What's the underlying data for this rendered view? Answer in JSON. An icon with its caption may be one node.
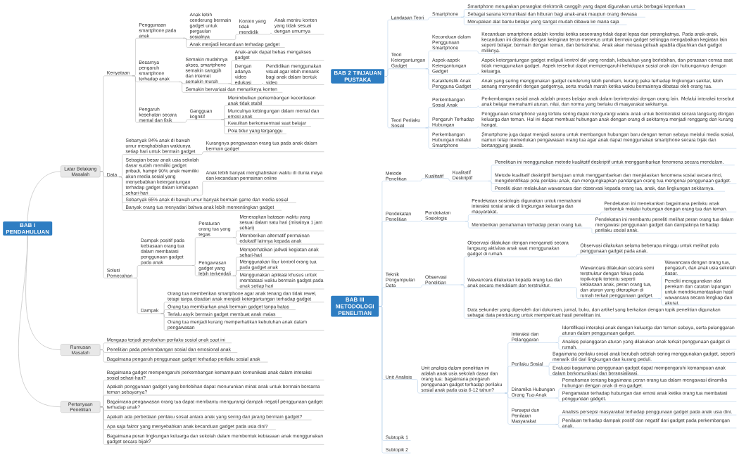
{
  "diagram": {
    "nodes": [
      {
        "text": [
          "BAB I PENDAHULUAN"
        ]
      },
      {
        "text": [
          "Latar Belakang Masalah"
        ]
      },
      {
        "text": [
          "Kenyataan"
        ]
      },
      {
        "text": [
          "Penggunaan smartphone pada anak"
        ]
      },
      {
        "text": [
          "Anak lebih cenderung bermain gadget untuk pergaulan sosialnya"
        ]
      },
      {
        "text": [
          "Konten yang tidak mendidik"
        ]
      },
      {
        "text": [
          "Anak meniru konten yang tidak sesuai dengan umurnya"
        ]
      },
      {
        "text": [
          "Anak menjadi kecanduan terhadap gadget"
        ]
      },
      {
        "text": [
          "Besarnya pengaruh smartphone terhadap anak"
        ]
      },
      {
        "text": [
          "Semakin mudahnya akses, smartphone semakin canggih dan internet semakin murah"
        ]
      },
      {
        "text": [
          "Anak-anak dapat bebas mengakses gadget"
        ]
      },
      {
        "text": [
          "Dengan adanya video edukasi"
        ]
      },
      {
        "text": [
          "Pendidikan menggunakan visual agar lebih menarik bagi anak dalam bentuk video"
        ]
      },
      {
        "text": [
          "Semakin bervariasi dan menariknya konten"
        ]
      },
      {
        "text": [
          "Pengaruh kesehatan secara mental dan fisik"
        ]
      },
      {
        "text": [
          "Gangguan kognitif"
        ]
      },
      {
        "text": [
          "Menimbulkan perkembangan kecerdasan anak tidak stabil"
        ]
      },
      {
        "text": [
          "Munculnya kebingungan dalam mental dan emosi anak"
        ]
      },
      {
        "text": [
          "Kesulitan berkonsentrasi saat belajar"
        ]
      },
      {
        "text": [
          "Pola tidur yang terganggu"
        ]
      },
      {
        "text": [
          "Data"
        ]
      },
      {
        "text": [
          "Sebanyak 84% anak di bawah umur menghabiskan waktunya setiap hari untuk bermain gadget"
        ]
      },
      {
        "text": [
          "Kurangnya pengawasan orang tua pada anak dalam bermain gadget"
        ]
      },
      {
        "text": [
          "Sebagian besar anak usia sekolah dasar sudah memiliki gadget pribadi, hampir 90% anak memiliki akun media sosial yang menyebabkan ketergantungan terhadap gadget dalam kehidupan sehari-hari"
        ]
      },
      {
        "text": [
          "Anak lebih banyak menghabiskan waktu di dunia maya dan kecanduan permainan online"
        ]
      },
      {
        "text": [
          "Sebanyak 65% anak di bawah umur banyak bermain game dan media sosial"
        ]
      },
      {
        "text": [
          "Banyak orang tua menyadari bahwa anak lebih mementingkan gadget"
        ]
      },
      {
        "text": [
          "Solusi Pemecahan"
        ]
      },
      {
        "text": [
          "Dampak positif pada kebiasaan orang tua dalam membatasi penggunaan gadget pada anak"
        ]
      },
      {
        "text": [
          "Peraturan orang tua yang tegas"
        ]
      },
      {
        "text": [
          "Menerapkan batasan waktu yang sesuai dalam satu hari (misalnya 1 jam sehari)"
        ]
      },
      {
        "text": [
          "Memberikan alternatif permainan edukatif lainnya kepada anak"
        ]
      },
      {
        "text": [
          "Pengawasan gadget yang lebih terkendali"
        ]
      },
      {
        "text": [
          "Memperhatikan jadwal kegiatan anak sehari-hari"
        ]
      },
      {
        "text": [
          "Menggunakan fitur kontrol orang tua pada gadget anak"
        ]
      },
      {
        "text": [
          "Menggunakan aplikasi khusus untuk membatasi waktu bermain gadget pada anak setiap hari"
        ]
      },
      {
        "text": [
          "Dampak"
        ]
      },
      {
        "text": [
          "Orang tua memberikan smartphone agar anak tenang dan tidak rewel, tetapi tanpa disadari anak menjadi ketergantungan terhadap gadget"
        ]
      },
      {
        "text": [
          "Orang tua membiarkan anak bermain gadget tanpa batas"
        ]
      },
      {
        "text": [
          "Terlalu asyik bermain gadget membuat anak malas"
        ]
      },
      {
        "text": [
          "Orang tua menjadi kurang memperhatikan kebutuhan anak dalam pengawasan"
        ]
      },
      {
        "text": [
          "Rumusan Masalah"
        ]
      },
      {
        "text": [
          "Mengapa terjadi perubahan perilaku sosial anak saat ini"
        ]
      },
      {
        "text": [
          "Penelitian pada perkembangan sosial dan emosional anak"
        ]
      },
      {
        "text": [
          "Bagaimana pengaruh penggunaan gadget terhadap perilaku sosial anak"
        ]
      },
      {
        "text": [
          "Pertanyaan Penelitian"
        ]
      },
      {
        "text": [
          "Bagaimana gadget mempengaruhi perkembangan kemampuan komunikasi anak dalam interaksi sosial sehari-hari?"
        ]
      },
      {
        "text": [
          "Apakah penggunaan gadget yang berlebihan dapat menurunkan minat anak untuk bermain bersama teman sebayanya?"
        ]
      },
      {
        "text": [
          "Bagaimana pengawasan orang tua dapat membantu mengurangi dampak negatif penggunaan gadget terhadap anak?"
        ]
      },
      {
        "text": [
          "Apakah ada perbedaan perilaku sosial antara anak yang sering dan jarang bermain gadget?"
        ]
      },
      {
        "text": [
          "Apa saja faktor yang menyebabkan anak kecanduan gadget pada usia dini?"
        ]
      },
      {
        "text": [
          "Bagaimana peran lingkungan keluarga dan sekolah dalam membentuk kebiasaan anak menggunakan gadget secara bijak?"
        ]
      },
      {
        "text": [
          "BAB 2 TINJAUAN PUSTAKA"
        ]
      },
      {
        "text": [
          "Landasan Teori"
        ]
      },
      {
        "text": [
          "Smartphone"
        ]
      },
      {
        "text": [
          "Smartphone merupakan perangkat elektronik canggih yang dapat digunakan untuk berbagai keperluan"
        ]
      },
      {
        "text": [
          "Sebagai sarana komunikasi dan hiburan bagi anak-anak maupun orang dewasa"
        ]
      },
      {
        "text": [
          "Merupakan alat bantu belajar yang sangat mudah dibawa ke mana saja"
        ]
      },
      {
        "text": [
          "Teori Ketergantungan Gadget"
        ]
      },
      {
        "text": [
          "Kecanduan dalam Penggunaan Smartphone"
        ]
      },
      {
        "text": [
          "Kecanduan smartphone adalah kondisi ketika seseorang tidak dapat lepas dari perangkatnya. Pada anak-anak, kecanduan ini ditandai dengan keinginan terus-menerus untuk bermain gadget sehingga mengabaikan kegiatan lain seperti belajar, bermain dengan teman, dan beristirahat. Anak akan merasa gelisah apabila dijauhkan dari gadget miliknya."
        ]
      },
      {
        "text": [
          "Aspek-aspek Ketergantungan Gadget"
        ]
      },
      {
        "text": [
          "Aspek ketergantungan gadget meliputi kontrol diri yang rendah, kebutuhan yang berlebihan, dan perasaan cemas saat tidak menggunakan gadget. Aspek tersebut dapat mempengaruhi kehidupan sosial anak dan hubungannya dengan keluarga."
        ]
      },
      {
        "text": [
          "Karakteristik Anak Pengguna Gadget"
        ]
      },
      {
        "text": [
          "Anak yang sering menggunakan gadget cenderung lebih pendiam, kurang peka terhadap lingkungan sekitar, lebih senang menyendiri dengan gadgetnya, serta mudah marah ketika waktu bermainnya dibatasi oleh orang tua."
        ]
      },
      {
        "text": [
          "Teori Perilaku Sosial"
        ]
      },
      {
        "text": [
          "Perkembangan Sosial Anak"
        ]
      },
      {
        "text": [
          "Perkembangan sosial anak adalah proses belajar anak dalam berinteraksi dengan orang lain. Melalui interaksi tersebut anak belajar memahami aturan, nilai, dan norma yang berlaku di masyarakat sekitarnya."
        ]
      },
      {
        "text": [
          "Pengaruh Terhadap Hubungan"
        ]
      },
      {
        "text": [
          "Penggunaan smartphone yang terlalu sering dapat mengurangi waktu anak untuk berinteraksi secara langsung dengan keluarga dan teman. Hal ini dapat membuat hubungan anak dengan orang di sekitarnya menjadi renggang dan kurang hangat."
        ]
      },
      {
        "text": [
          "Perkembangan Hubungan melalui Smartphone"
        ]
      },
      {
        "text": [
          "Smartphone juga dapat menjadi sarana untuk membangun hubungan baru dengan teman sebaya melalui media sosial, namun tetap memerlukan pengawasan orang tua agar anak dapat menggunakan smartphone secara bijak dan bertanggung jawab."
        ]
      },
      {
        "text": [
          "BAB III METODOLOGI PENELITIAN"
        ]
      },
      {
        "text": [
          "Metode Penelitian"
        ]
      },
      {
        "text": [
          "Kualitatif"
        ]
      },
      {
        "text": [
          "Kualitatif Deskriptif"
        ]
      },
      {
        "text": [
          "Penelitian ini menggunakan metode kualitatif deskriptif untuk menggambarkan fenomena secara mendalam."
        ]
      },
      {
        "text": [
          "Metode kualitatif deskriptif bertujuan untuk menggambarkan dan menjelaskan fenomena sosial secara rinci, mengidentifikasi pola perilaku anak, dan mengungkapkan pandangan orang tua mengenai penggunaan gadget."
        ]
      },
      {
        "text": [
          "Peneliti akan melakukan wawancara dan observasi kepada orang tua, anak, dan lingkungan sekitarnya."
        ]
      },
      {
        "text": [
          "Pendekatan Penelitian"
        ]
      },
      {
        "text": [
          "Pendekatan Sosiologis"
        ]
      },
      {
        "text": [
          "Pendekatan sosiologis digunakan untuk memahami interaksi sosial anak di lingkungan keluarga dan masyarakat."
        ]
      },
      {
        "text": [
          "Pendekatan ini menekankan bagaimana perilaku anak terbentuk melalui hubungan dengan orang tua dan teman."
        ]
      },
      {
        "text": [
          "Memberikan pemahaman terhadap peran orang tua."
        ]
      },
      {
        "text": [
          "Pendekatan ini membantu peneliti melihat peran orang tua dalam mengawasi penggunaan gadget dan dampaknya terhadap perilaku sosial anak."
        ]
      },
      {
        "text": [
          "Teknik Pengumpulan Data"
        ]
      },
      {
        "text": [
          "Observasi Penelitian"
        ]
      },
      {
        "text": [
          "Observasi dilakukan dengan mengamati secara langsung aktivitas anak saat menggunakan gadget di rumah."
        ]
      },
      {
        "text": [
          "Observasi dilakukan selama beberapa minggu untuk melihat pola penggunaan gadget pada anak."
        ]
      },
      {
        "text": [
          "Wawancara dilakukan kepada orang tua dan anak secara mendalam dan terstruktur."
        ]
      },
      {
        "text": [
          "Wawancara dilakukan secara semi terstruktur dengan fokus pada topik-topik tertentu seperti kebiasaan anak, peran orang tua, dan aturan yang diterapkan di rumah terkait penggunaan gadget."
        ]
      },
      {
        "text": [
          "Wawancara dengan orang tua, pengasuh, dan anak usia sekolah dasar."
        ]
      },
      {
        "text": [
          "Peneliti menggunakan alat perekam dan catatan lapangan untuk mendokumentasikan hasil wawancara secara lengkap dan akurat."
        ]
      },
      {
        "text": [
          "Data sekunder yang diperoleh dari dokumen, jurnal, buku, dan artikel yang berkaitan dengan topik penelitian digunakan sebagai data pendukung untuk memperkuat hasil penelitian ini."
        ]
      },
      {
        "text": [
          "Unit Analisis"
        ]
      },
      {
        "text": [
          "Unit analisis dalam penelitian ini adalah anak usia sekolah dasar dan orang tua: bagaimana pengaruh penggunaan gadget terhadap perilaku sosial anak pada usia 6-12 tahun?"
        ]
      },
      {
        "text": [
          "Interaksi dan Pelanggaran"
        ]
      },
      {
        "text": [
          "Identifikasi interaksi anak dengan keluarga dan teman sebaya, serta pelanggaran aturan dalam penggunaan gadget."
        ]
      },
      {
        "text": [
          "Analisis pelanggaran aturan yang dilakukan anak terkait penggunaan gadget di rumah."
        ]
      },
      {
        "text": [
          "Perilaku Sosial"
        ]
      },
      {
        "text": [
          "Bagaimana perilaku sosial anak berubah setelah sering menggunakan gadget, seperti menarik diri dari lingkungan dan kurang peduli."
        ]
      },
      {
        "text": [
          "Evaluasi bagaimana penggunaan gadget dapat mempengaruhi kemampuan anak dalam berkomunikasi dan bersosialisasi."
        ]
      },
      {
        "text": [
          "Dinamika Hubungan Orang Tua-Anak"
        ]
      },
      {
        "text": [
          "Pemahaman tentang bagaimana peran orang tua dalam mengawasi dinamika hubungan dengan anak di era gadget."
        ]
      },
      {
        "text": [
          "Pengamatan terhadap hubungan dan emosi anak ketika orang tua membatasi penggunaan gadget."
        ]
      },
      {
        "text": [
          "Persepsi dan Penilaian Masyarakat"
        ]
      },
      {
        "text": [
          "Analisis persepsi masyarakat terhadap penggunaan gadget pada anak usia dini."
        ]
      },
      {
        "text": [
          "Penilaian terhadap dampak positif dan negatif dari gadget pada perkembangan anak."
        ]
      },
      {
        "text": [
          "Subtopik 1"
        ]
      },
      {
        "text": [
          "Subtopik 2"
        ]
      }
    ],
    "edges": [
      {
        "from": 0,
        "to": 1,
        "arrow": "none",
        "color": "#a6a6a6"
      },
      {
        "from": 1,
        "to": 2,
        "arrow": "none",
        "color": "#a6a6a6"
      },
      {
        "from": 2,
        "to": 3,
        "arrow": "none",
        "color": "#a6a6a6"
      },
      {
        "from": 3,
        "to": 4,
        "arrow": "none",
        "color": "#a6a6a6"
      },
      {
        "from": 4,
        "to": 5,
        "arrow": "none",
        "color": "#a6a6a6"
      },
      {
        "from": 5,
        "to": 6,
        "arrow": "none",
        "color": "#a6a6a6"
      },
      {
        "from": 3,
        "to": 7,
        "arrow": "none",
        "color": "#a6a6a6"
      },
      {
        "from": 2,
        "to": 8,
        "arrow": "none",
        "color": "#a6a6a6"
      },
      {
        "from": 8,
        "to": 9,
        "arrow": "none",
        "color": "#a6a6a6"
      },
      {
        "from": 9,
        "to": 10,
        "arrow": "none",
        "color": "#a6a6a6"
      },
      {
        "from": 9,
        "to": 11,
        "arrow": "none",
        "color": "#a6a6a6"
      },
      {
        "from": 11,
        "to": 12,
        "arrow": "none",
        "color": "#a6a6a6"
      },
      {
        "from": 8,
        "to": 13,
        "arrow": "none",
        "color": "#a6a6a6"
      },
      {
        "from": 2,
        "to": 14,
        "arrow": "none",
        "color": "#a6a6a6"
      },
      {
        "from": 14,
        "to": 15,
        "arrow": "none",
        "color": "#a6a6a6"
      },
      {
        "from": 15,
        "to": 16,
        "arrow": "none",
        "color": "#a6a6a6"
      },
      {
        "from": 15,
        "to": 17,
        "arrow": "none",
        "color": "#a6a6a6"
      },
      {
        "from": 15,
        "to": 18,
        "arrow": "none",
        "color": "#a6a6a6"
      },
      {
        "from": 15,
        "to": 19,
        "arrow": "none",
        "color": "#a6a6a6"
      },
      {
        "from": 1,
        "to": 20,
        "arrow": "none",
        "color": "#a6a6a6"
      },
      {
        "from": 20,
        "to": 21,
        "arrow": "none",
        "color": "#a6a6a6"
      },
      {
        "from": 21,
        "to": 22,
        "arrow": "none",
        "color": "#a6a6a6"
      },
      {
        "from": 20,
        "to": 23,
        "arrow": "none",
        "color": "#a6a6a6"
      },
      {
        "from": 23,
        "to": 24,
        "arrow": "none",
        "color": "#a6a6a6"
      },
      {
        "from": 20,
        "to": 25,
        "arrow": "none",
        "color": "#a6a6a6"
      },
      {
        "from": 20,
        "to": 26,
        "arrow": "none",
        "color": "#a6a6a6"
      },
      {
        "from": 1,
        "to": 27,
        "arrow": "none",
        "color": "#a6a6a6"
      },
      {
        "from": 27,
        "to": 28,
        "arrow": "none",
        "color": "#a6a6a6"
      },
      {
        "from": 28,
        "to": 29,
        "arrow": "none",
        "color": "#a6a6a6"
      },
      {
        "from": 29,
        "to": 30,
        "arrow": "none",
        "color": "#a6a6a6"
      },
      {
        "from": 29,
        "to": 31,
        "arrow": "none",
        "color": "#a6a6a6"
      },
      {
        "from": 28,
        "to": 32,
        "arrow": "none",
        "color": "#a6a6a6"
      },
      {
        "from": 32,
        "to": 33,
        "arrow": "none",
        "color": "#a6a6a6"
      },
      {
        "from": 32,
        "to": 34,
        "arrow": "none",
        "color": "#a6a6a6"
      },
      {
        "from": 32,
        "to": 35,
        "arrow": "none",
        "color": "#a6a6a6"
      },
      {
        "from": 27,
        "to": 36,
        "arrow": "none",
        "color": "#a6a6a6"
      },
      {
        "from": 36,
        "to": 37,
        "arrow": "none",
        "color": "#a6a6a6"
      },
      {
        "from": 36,
        "to": 38,
        "arrow": "none",
        "color": "#a6a6a6"
      },
      {
        "from": 36,
        "to": 39,
        "arrow": "none",
        "color": "#a6a6a6"
      },
      {
        "from": 36,
        "to": 40,
        "arrow": "none",
        "color": "#a6a6a6"
      },
      {
        "from": 0,
        "to": 41,
        "arrow": "none",
        "color": "#a6a6a6"
      },
      {
        "from": 41,
        "to": 42,
        "arrow": "none",
        "color": "#a6a6a6"
      },
      {
        "from": 41,
        "to": 43,
        "arrow": "none",
        "color": "#a6a6a6"
      },
      {
        "from": 41,
        "to": 44,
        "arrow": "none",
        "color": "#a6a6a6"
      },
      {
        "from": 0,
        "to": 45,
        "arrow": "none",
        "color": "#a6a6a6"
      },
      {
        "from": 45,
        "to": 46,
        "arrow": "none",
        "color": "#a6a6a6"
      },
      {
        "from": 45,
        "to": 47,
        "arrow": "none",
        "color": "#a6a6a6"
      },
      {
        "from": 45,
        "to": 48,
        "arrow": "none",
        "color": "#a6a6a6"
      },
      {
        "from": 45,
        "to": 49,
        "arrow": "none",
        "color": "#a6a6a6"
      },
      {
        "from": 45,
        "to": 50,
        "arrow": "none",
        "color": "#a6a6a6"
      },
      {
        "from": 45,
        "to": 51,
        "arrow": "none",
        "color": "#a6a6a6"
      },
      {
        "from": 52,
        "to": 53,
        "arrow": "none"
      },
      {
        "from": 53,
        "to": 54,
        "arrow": "none"
      },
      {
        "from": 54,
        "to": 55,
        "arrow": "none"
      },
      {
        "from": 54,
        "to": 56,
        "arrow": "none"
      },
      {
        "from": 54,
        "to": 57,
        "arrow": "none"
      },
      {
        "from": 52,
        "to": 58,
        "arrow": "none"
      },
      {
        "from": 58,
        "to": 59,
        "arrow": "none"
      },
      {
        "from": 59,
        "to": 60,
        "arrow": "none"
      },
      {
        "from": 58,
        "to": 61,
        "arrow": "none"
      },
      {
        "from": 61,
        "to": 62,
        "arrow": "none"
      },
      {
        "from": 58,
        "to": 63,
        "arrow": "none"
      },
      {
        "from": 63,
        "to": 64,
        "arrow": "none"
      },
      {
        "from": 52,
        "to": 65,
        "arrow": "none"
      },
      {
        "from": 65,
        "to": 66,
        "arrow": "none"
      },
      {
        "from": 66,
        "to": 67,
        "arrow": "none"
      },
      {
        "from": 65,
        "to": 68,
        "arrow": "none"
      },
      {
        "from": 68,
        "to": 69,
        "arrow": "none"
      },
      {
        "from": 65,
        "to": 70,
        "arrow": "none"
      },
      {
        "from": 70,
        "to": 71,
        "arrow": "none"
      },
      {
        "from": 72,
        "to": 73,
        "arrow": "none"
      },
      {
        "from": 73,
        "to": 74,
        "arrow": "none"
      },
      {
        "from": 74,
        "to": 75,
        "arrow": "none"
      },
      {
        "from": 75,
        "to": 76,
        "arrow": "none"
      },
      {
        "from": 75,
        "to": 77,
        "arrow": "none"
      },
      {
        "from": 75,
        "to": 78,
        "arrow": "none"
      },
      {
        "from": 72,
        "to": 79,
        "arrow": "none"
      },
      {
        "from": 79,
        "to": 80,
        "arrow": "none"
      },
      {
        "from": 80,
        "to": 81,
        "arrow": "none"
      },
      {
        "from": 81,
        "to": 82,
        "arrow": "none"
      },
      {
        "from": 80,
        "to": 83,
        "arrow": "none"
      },
      {
        "from": 83,
        "to": 84,
        "arrow": "none"
      },
      {
        "from": 72,
        "to": 85,
        "arrow": "none"
      },
      {
        "from": 85,
        "to": 86,
        "arrow": "none"
      },
      {
        "from": 86,
        "to": 87,
        "arrow": "none"
      },
      {
        "from": 87,
        "to": 88,
        "arrow": "none"
      },
      {
        "from": 86,
        "to": 89,
        "arrow": "none"
      },
      {
        "from": 89,
        "to": 90,
        "arrow": "none"
      },
      {
        "from": 90,
        "to": 91,
        "arrow": "none"
      },
      {
        "from": 90,
        "to": 92,
        "arrow": "none"
      },
      {
        "from": 86,
        "to": 93,
        "arrow": "none"
      },
      {
        "from": 72,
        "to": 94,
        "arrow": "none"
      },
      {
        "from": 94,
        "to": 95,
        "arrow": "none"
      },
      {
        "from": 95,
        "to": 96,
        "arrow": "none"
      },
      {
        "from": 96,
        "to": 97,
        "arrow": "none"
      },
      {
        "from": 96,
        "to": 98,
        "arrow": "none"
      },
      {
        "from": 95,
        "to": 99,
        "arrow": "none"
      },
      {
        "from": 99,
        "to": 100,
        "arrow": "none"
      },
      {
        "from": 99,
        "to": 101,
        "arrow": "none"
      },
      {
        "from": 95,
        "to": 102,
        "arrow": "none"
      },
      {
        "from": 102,
        "to": 103,
        "arrow": "none"
      },
      {
        "from": 102,
        "to": 104,
        "arrow": "none"
      },
      {
        "from": 95,
        "to": 105,
        "arrow": "none"
      },
      {
        "from": 105,
        "to": 106,
        "arrow": "none"
      },
      {
        "from": 105,
        "to": 107,
        "arrow": "none"
      },
      {
        "from": 72,
        "to": 108,
        "arrow": "none"
      },
      {
        "from": 72,
        "to": 109,
        "arrow": "none"
      }
    ]
  }
}
